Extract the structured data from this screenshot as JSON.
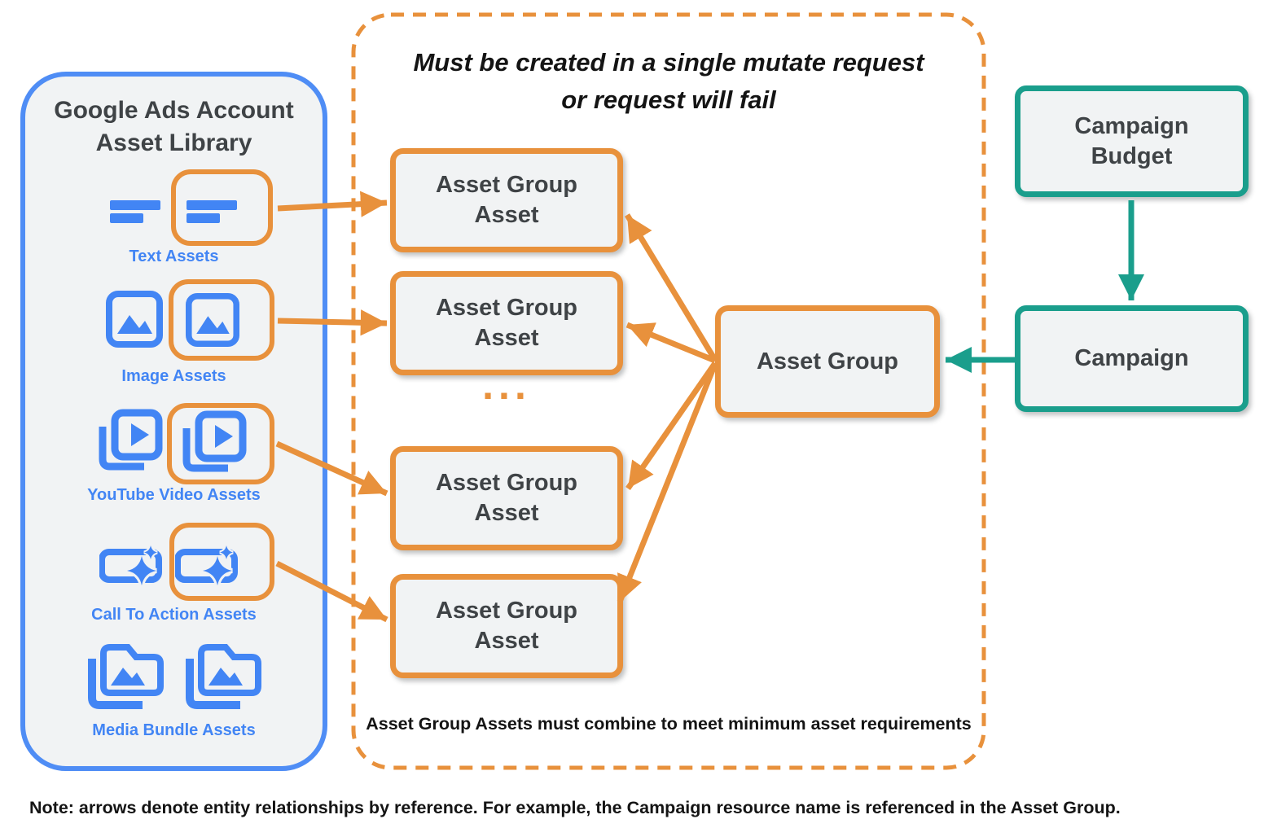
{
  "palette": {
    "blue_icon": "#4285f4",
    "blue_panel_border": "#4f8df5",
    "orange": "#e8913c",
    "teal": "#1a9e8c",
    "box_fill": "#f1f3f4",
    "dark_text": "#3f4346",
    "black_text": "#141414"
  },
  "library": {
    "title_line1": "Google Ads Account",
    "title_line2": "Asset Library",
    "items": [
      {
        "label": "Text Assets",
        "icon": "text-asset-icon",
        "highlighted": true
      },
      {
        "label": "Image Assets",
        "icon": "image-asset-icon",
        "highlighted": true
      },
      {
        "label": "YouTube Video  Assets",
        "icon": "youtube-video-asset-icon",
        "highlighted": true
      },
      {
        "label": "Call To Action Assets",
        "icon": "call-to-action-asset-icon",
        "highlighted": true
      },
      {
        "label": "Media Bundle  Assets",
        "icon": "media-bundle-asset-icon",
        "highlighted": false
      }
    ]
  },
  "mutate_group": {
    "title_line1": "Must be created in a single mutate request",
    "title_line2": "or request will fail",
    "boxes": [
      {
        "line1": "Asset Group",
        "line2": "Asset"
      },
      {
        "line1": "Asset Group",
        "line2": "Asset"
      },
      {
        "line1": "Asset Group",
        "line2": "Asset"
      },
      {
        "line1": "Asset Group",
        "line2": "Asset"
      }
    ],
    "ellipsis": "...",
    "footnote": "Asset Group Assets must combine to meet minimum asset requirements"
  },
  "asset_group": {
    "label": "Asset Group"
  },
  "campaign_budget": {
    "line1": "Campaign",
    "line2": "Budget"
  },
  "campaign": {
    "label": "Campaign"
  },
  "note": "Note: arrows denote entity relationships by reference. For example, the Campaign resource name is referenced in the Asset Group."
}
